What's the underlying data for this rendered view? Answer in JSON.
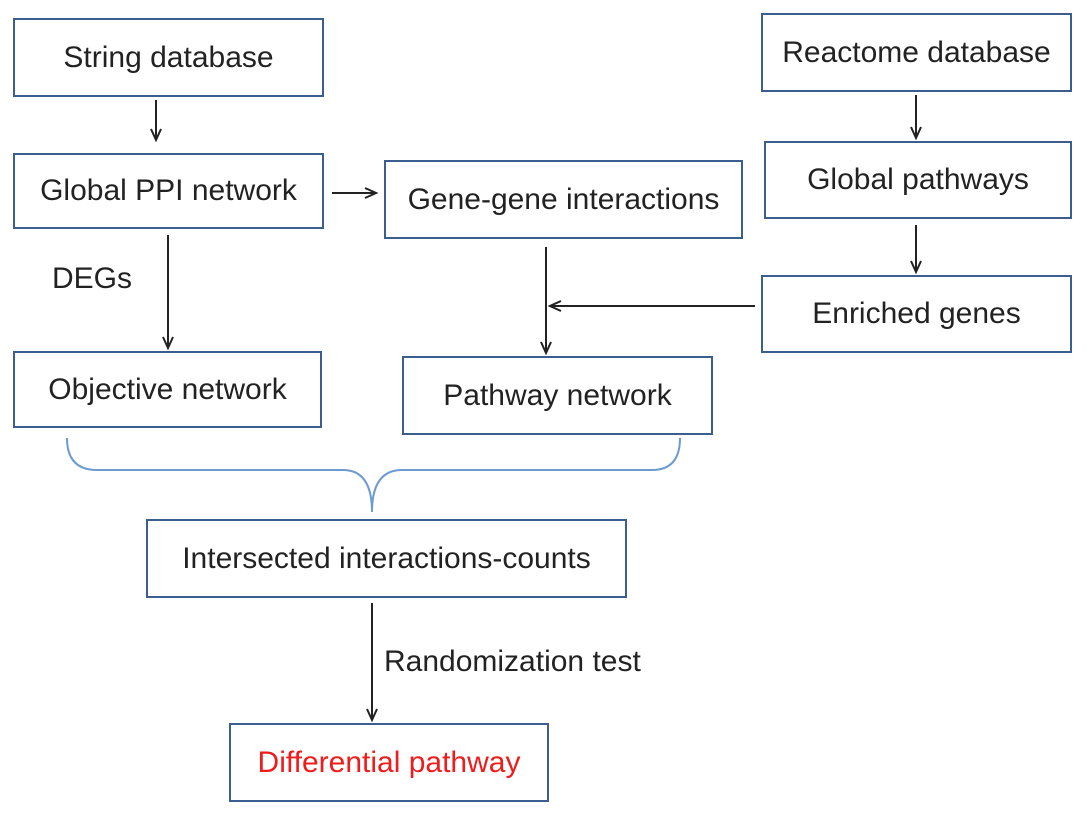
{
  "nodes": {
    "string_database": "String database",
    "reactome_database": "Reactome database",
    "global_ppi_network": "Global PPI network",
    "gene_gene_interactions": "Gene-gene interactions",
    "global_pathways": "Global pathways",
    "enriched_genes": "Enriched genes",
    "objective_network": "Objective network",
    "pathway_network": "Pathway network",
    "intersected_interactions_counts": "Intersected interactions-counts",
    "differential_pathway": "Differential pathway"
  },
  "edge_labels": {
    "degs": "DEGs",
    "randomization_test": "Randomization test"
  },
  "colors": {
    "box_border": "#3a5f8f",
    "brace": "#6b9bd1",
    "arrow": "#222222",
    "text": "#222222",
    "highlight_text": "#ee1c1c"
  }
}
